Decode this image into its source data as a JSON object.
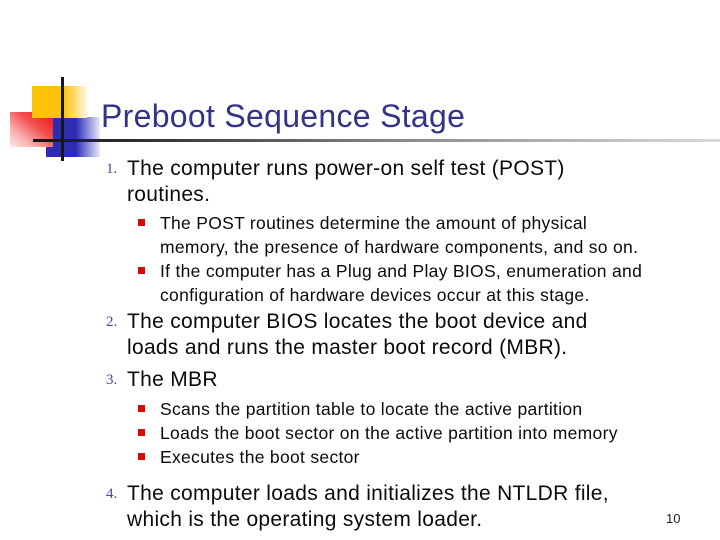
{
  "slide": {
    "title": "Preboot Sequence Stage",
    "page_number": "10",
    "items": [
      {
        "number": "1.",
        "lines": [
          "The computer runs power-on self test (POST)",
          "routines."
        ],
        "sub": [
          {
            "lines": [
              "The POST routines determine the amount of physical",
              "memory, the presence of hardware components, and so on."
            ]
          },
          {
            "lines": [
              "If the computer has a Plug and Play BIOS, enumeration and",
              "configuration of hardware devices occur at this stage."
            ]
          }
        ]
      },
      {
        "number": "2.",
        "lines": [
          "The computer BIOS locates the boot device and",
          "loads and runs the master boot record (MBR)."
        ],
        "sub": []
      },
      {
        "number": "3.",
        "lines": [
          "The MBR"
        ],
        "sub": [
          {
            "lines": [
              "Scans the partition table to locate the active partition"
            ]
          },
          {
            "lines": [
              "Loads the boot sector on the active partition into memory"
            ]
          },
          {
            "lines": [
              "Executes the boot sector"
            ]
          }
        ]
      },
      {
        "number": "4.",
        "lines": [
          "The computer loads and initializes the NTLDR file,",
          "which is the operating system loader."
        ],
        "sub": []
      }
    ],
    "colors": {
      "title": "#333388",
      "number": "#4545A0",
      "body": "#0a0a0a",
      "bullet": "#DC0806",
      "accent_yellow": "#FFC20A",
      "accent_red": "#EE1111",
      "accent_blue": "#2C2CB4"
    }
  }
}
